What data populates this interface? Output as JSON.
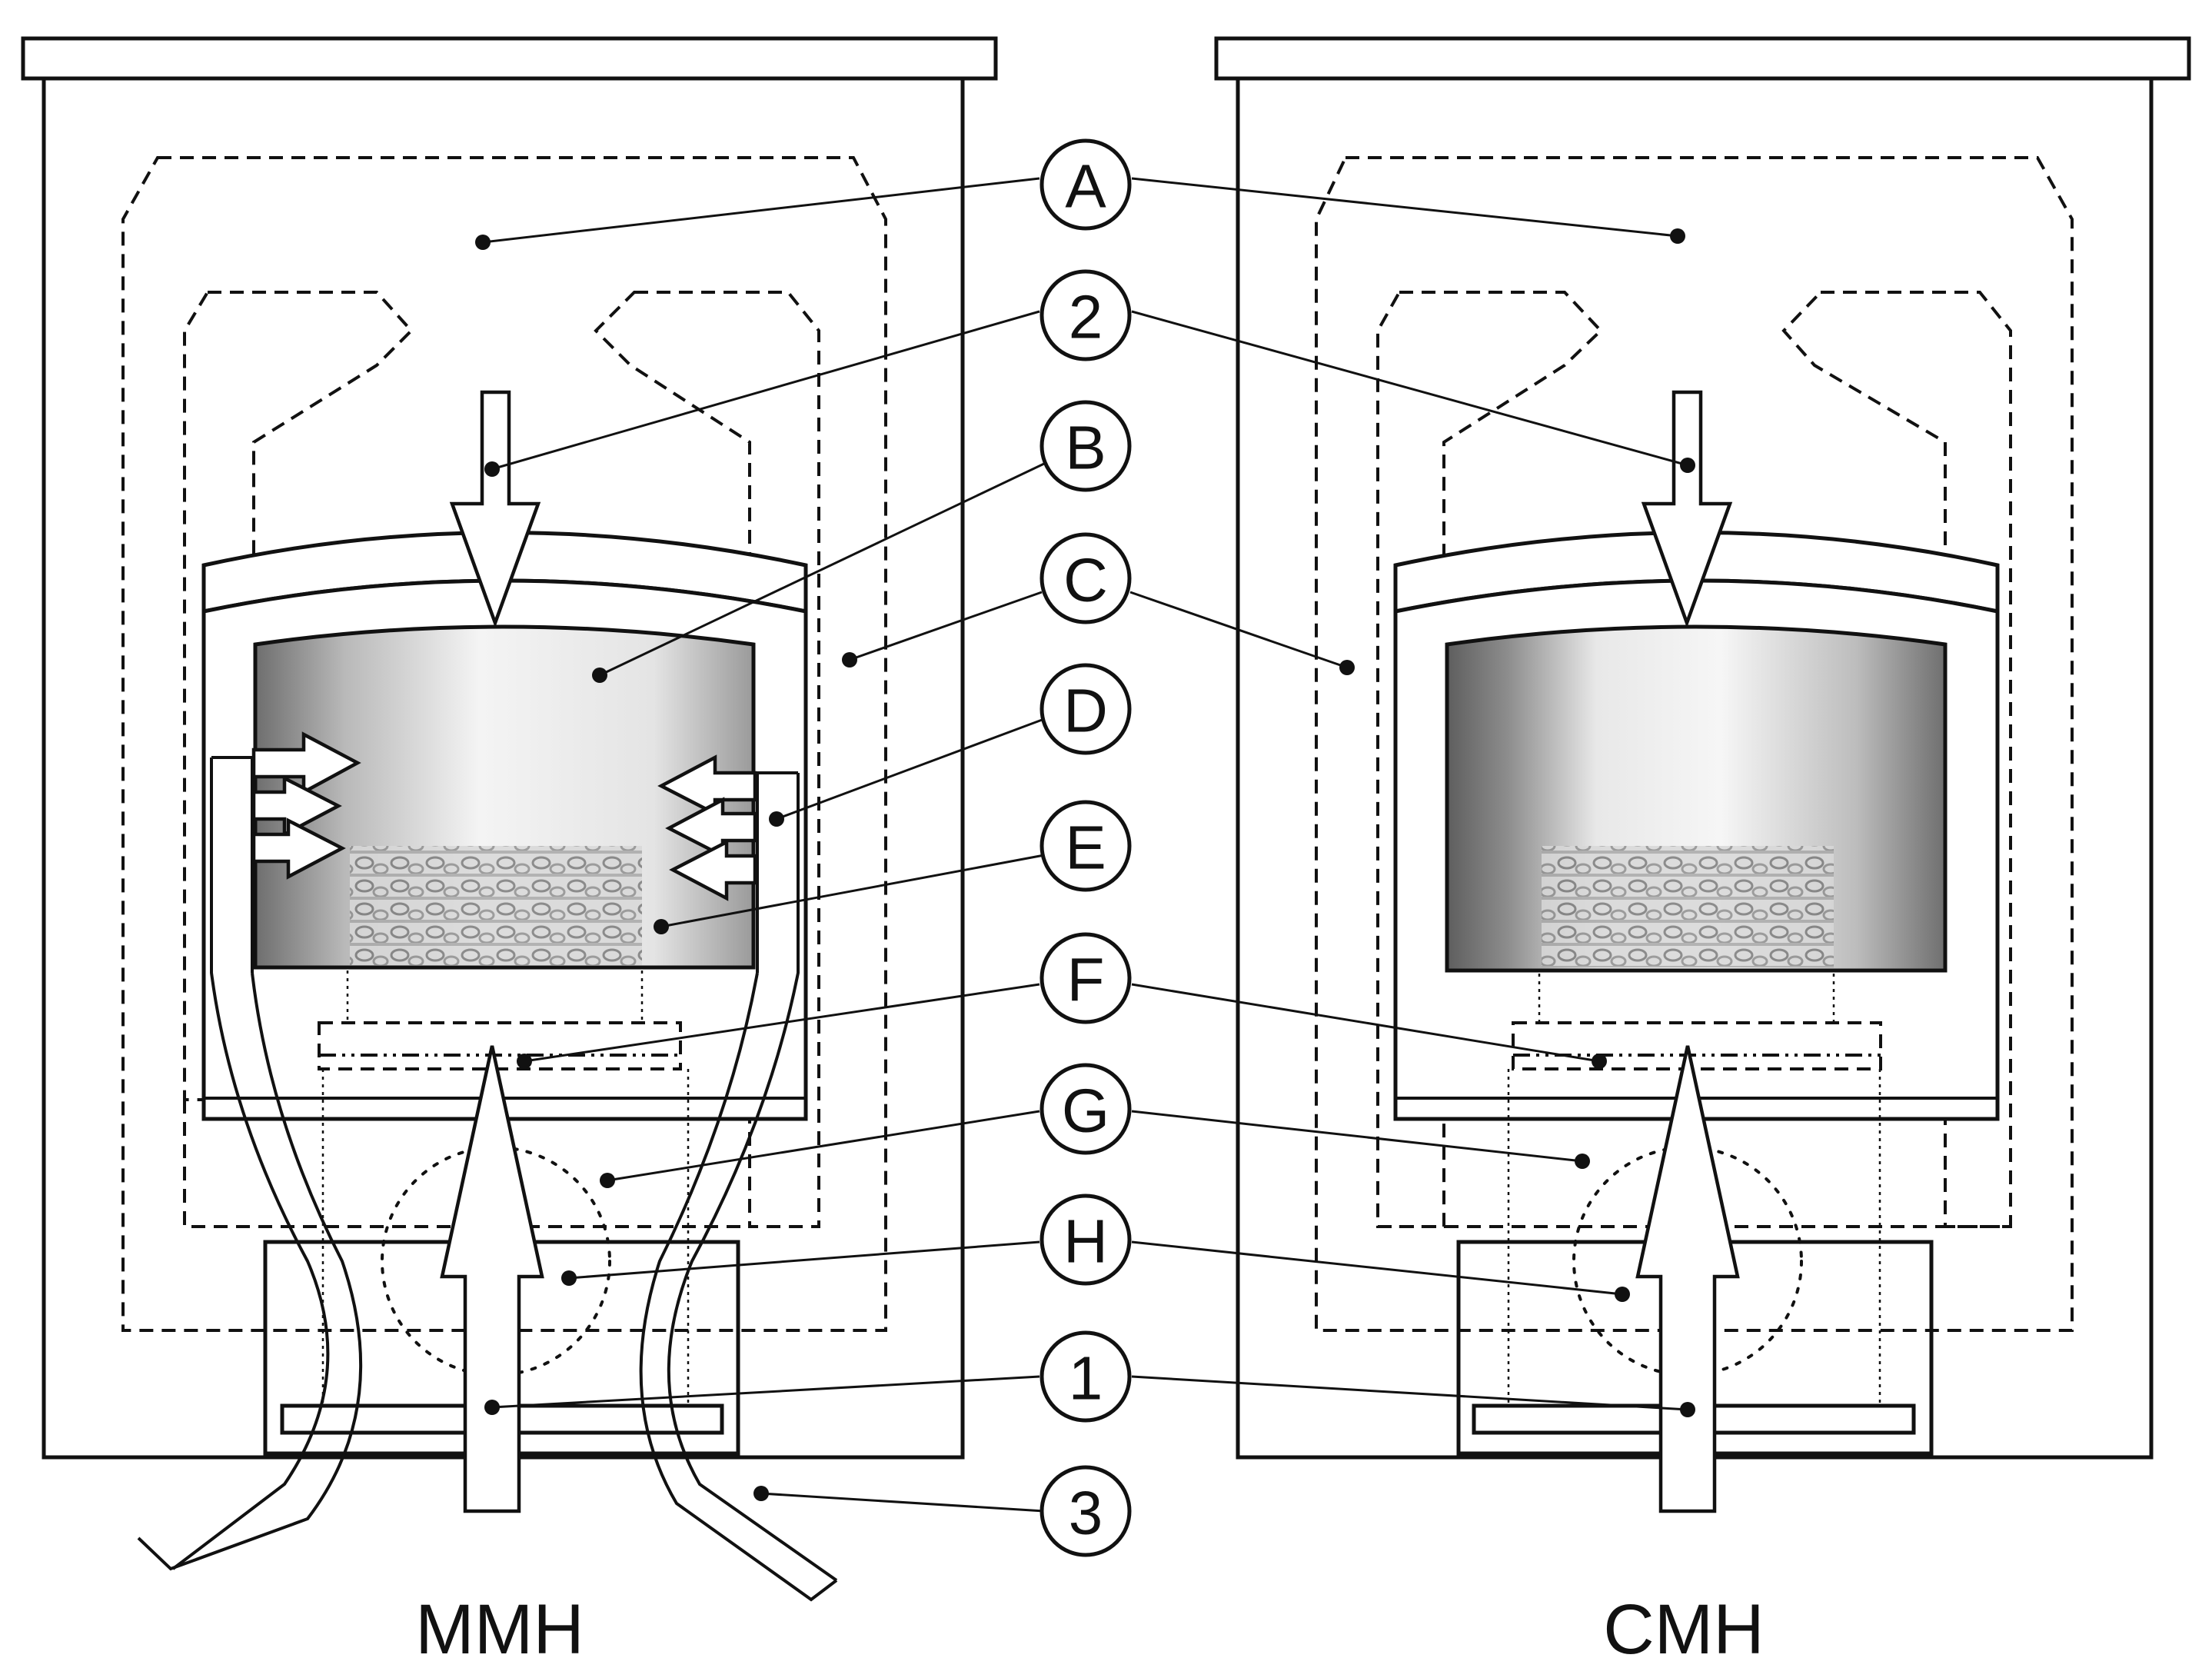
{
  "captions": {
    "left": "MMH",
    "right": "CMH"
  },
  "labels": {
    "A": "A",
    "n2": "2",
    "B": "B",
    "C": "C",
    "D": "D",
    "E": "E",
    "F": "F",
    "G": "G",
    "H": "H",
    "n1": "1",
    "n3": "3"
  },
  "colors": {
    "stroke": "#111111",
    "background": "#ffffff",
    "window_light": "#f2f2f2",
    "window_dark": "#8a8a8a"
  }
}
